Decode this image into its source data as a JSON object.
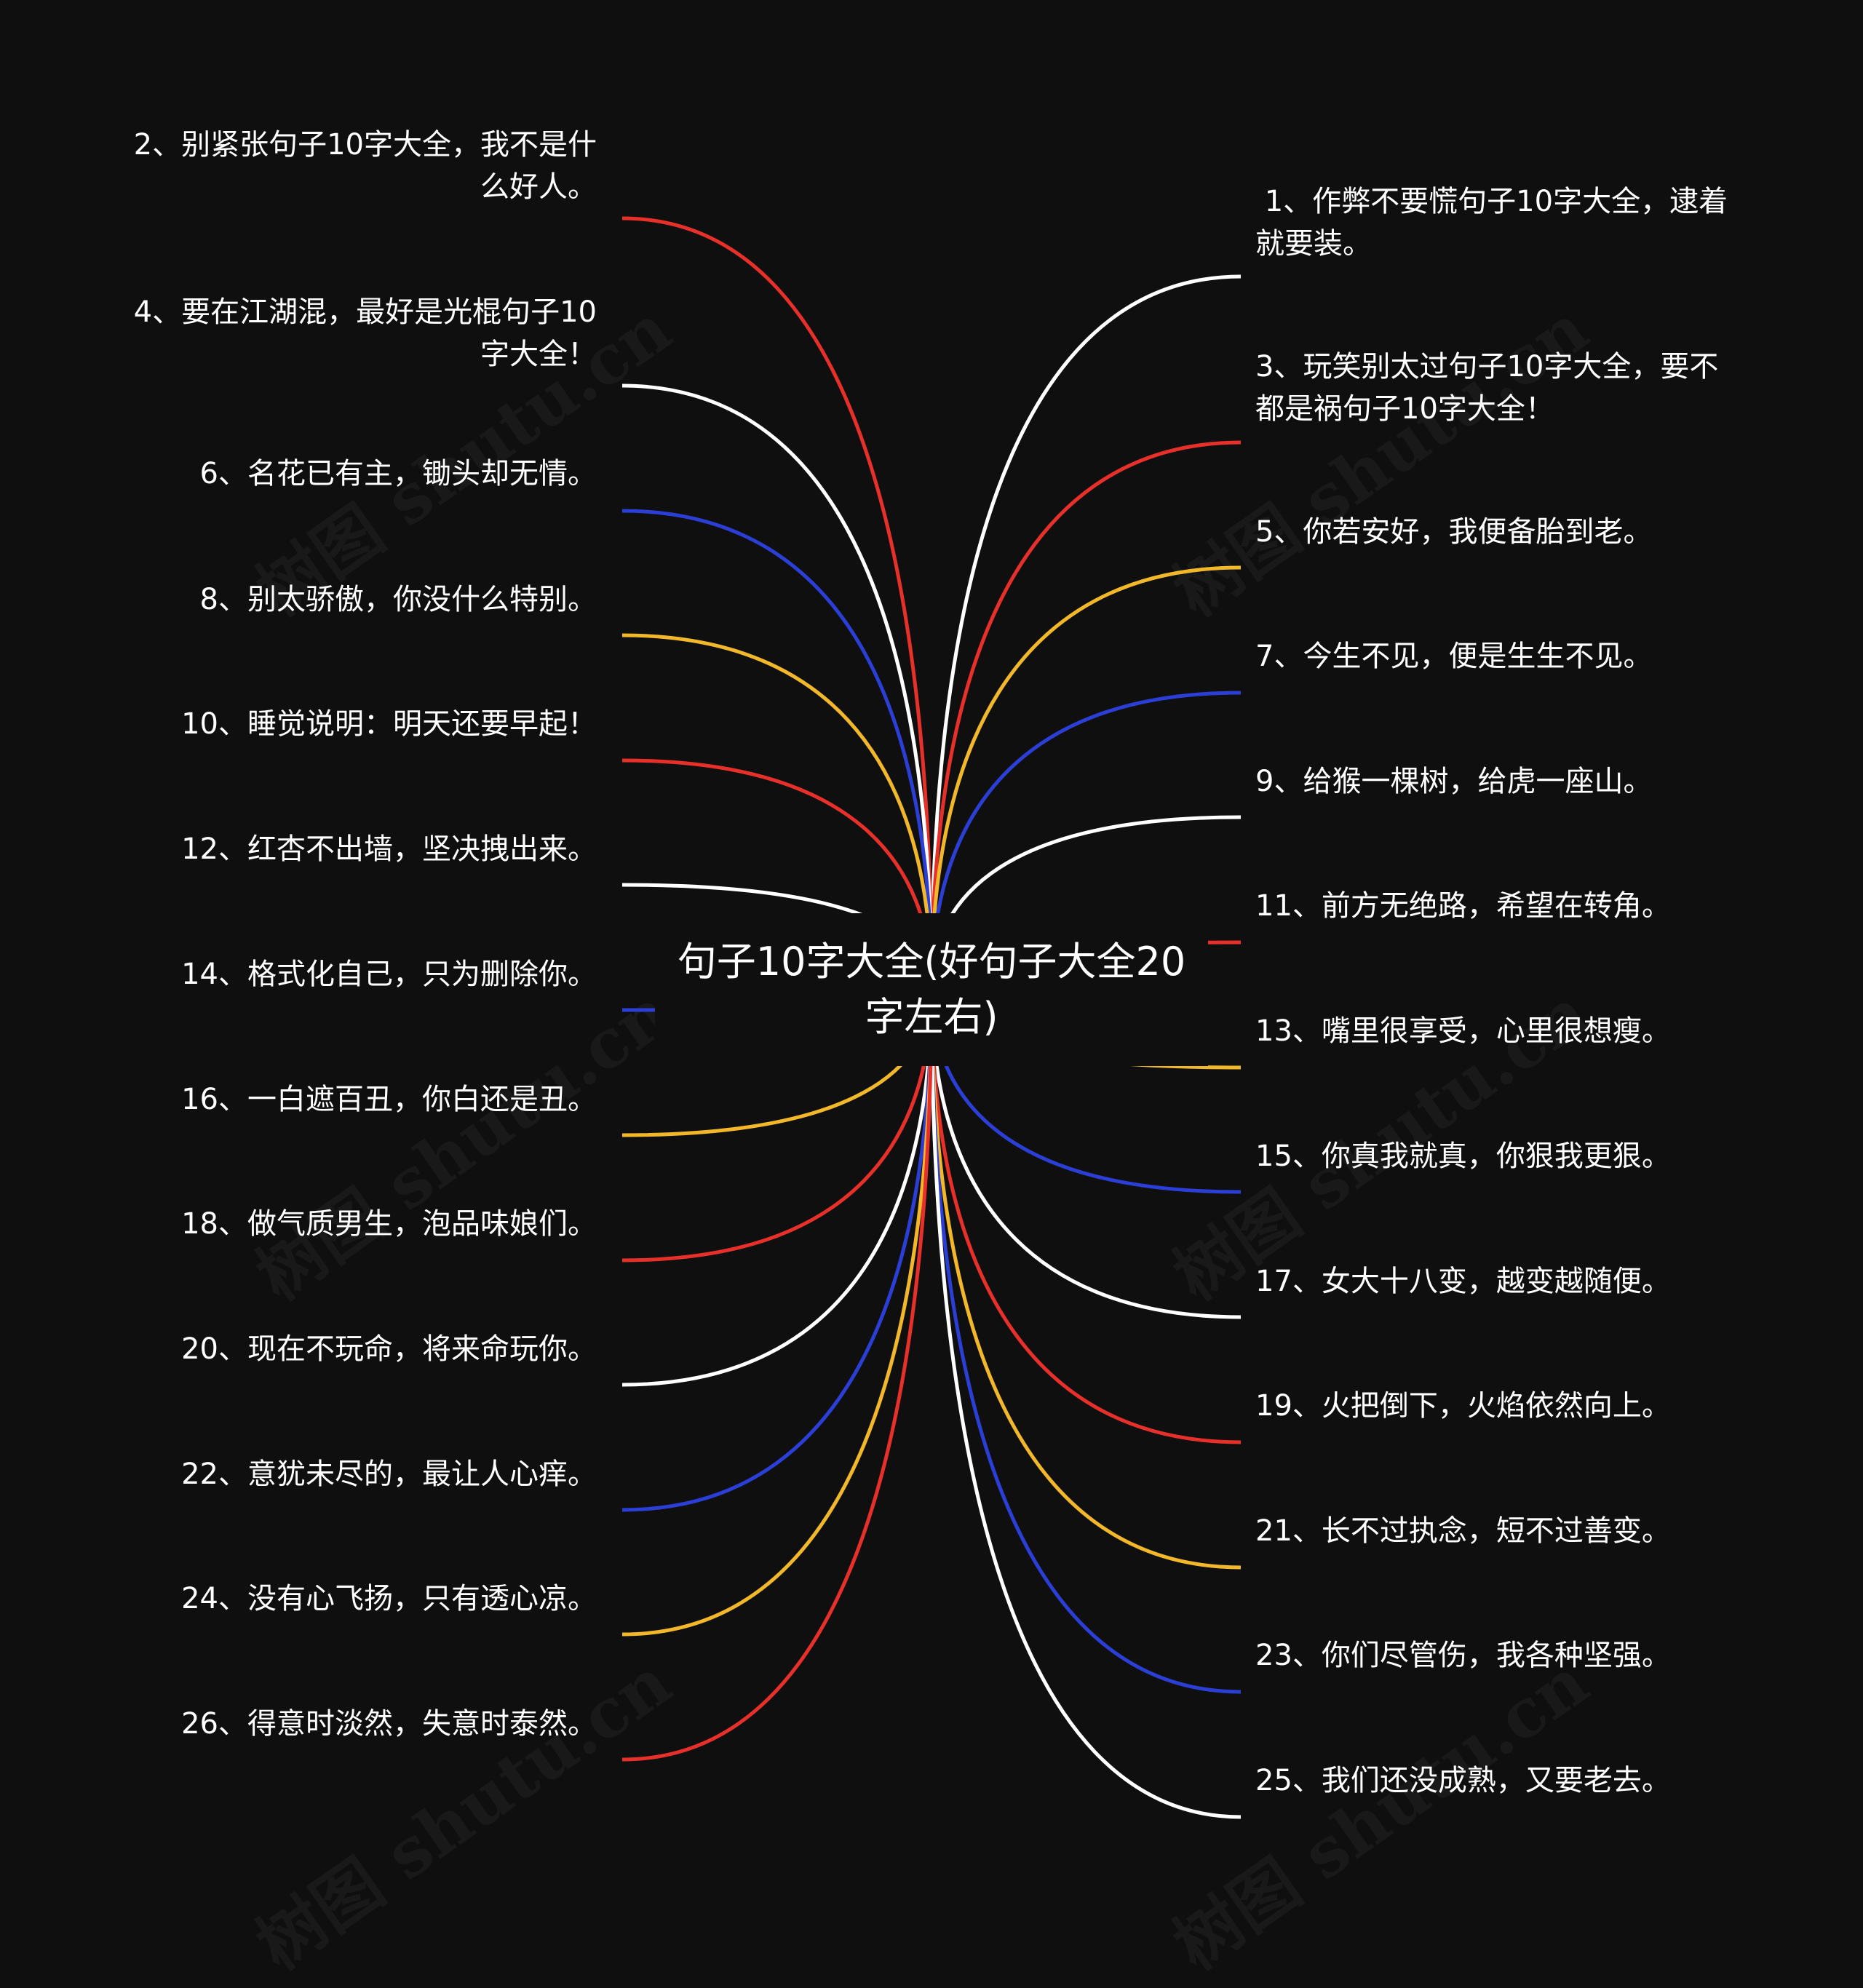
{
  "topic": "句子10字大全(好句子大全20字左右)",
  "watermark": "树图 shutu.cn",
  "colors": {
    "red": "#e8302a",
    "white": "#ffffff",
    "blue": "#2b3fd6",
    "yellow": "#f2b82a",
    "background": "#0f0f0f"
  },
  "branches": [
    {
      "text": " 1、作弊不要慌句子10字大全，逮着就要装。",
      "side": "right",
      "color": "white"
    },
    {
      "text": "2、别紧张句子10字大全，我不是什么好人。",
      "side": "left",
      "color": "red"
    },
    {
      "text": "3、玩笑别太过句子10字大全，要不都是祸句子10字大全！",
      "side": "right",
      "color": "red"
    },
    {
      "text": "4、要在江湖混，最好是光棍句子10字大全！",
      "side": "left",
      "color": "white"
    },
    {
      "text": "5、你若安好，我便备胎到老。",
      "side": "right",
      "color": "yellow"
    },
    {
      "text": "6、名花已有主，锄头却无情。",
      "side": "left",
      "color": "blue"
    },
    {
      "text": "7、今生不见，便是生生不见。",
      "side": "right",
      "color": "blue"
    },
    {
      "text": "8、别太骄傲，你没什么特别。",
      "side": "left",
      "color": "yellow"
    },
    {
      "text": "9、给猴一棵树，给虎一座山。",
      "side": "right",
      "color": "white"
    },
    {
      "text": "10、睡觉说明：明天还要早起！",
      "side": "left",
      "color": "red"
    },
    {
      "text": "11、前方无绝路，希望在转角。",
      "side": "right",
      "color": "red"
    },
    {
      "text": "12、红杏不出墙，坚决拽出来。",
      "side": "left",
      "color": "white"
    },
    {
      "text": "13、嘴里很享受，心里很想瘦。",
      "side": "right",
      "color": "yellow"
    },
    {
      "text": "14、格式化自己，只为删除你。",
      "side": "left",
      "color": "blue"
    },
    {
      "text": "15、你真我就真，你狠我更狠。",
      "side": "right",
      "color": "blue"
    },
    {
      "text": "16、一白遮百丑，你白还是丑。",
      "side": "left",
      "color": "yellow"
    },
    {
      "text": "17、女大十八变，越变越随便。",
      "side": "right",
      "color": "white"
    },
    {
      "text": "18、做气质男生，泡品味娘们。",
      "side": "left",
      "color": "red"
    },
    {
      "text": "19、火把倒下，火焰依然向上。",
      "side": "right",
      "color": "red"
    },
    {
      "text": "20、现在不玩命，将来命玩你。",
      "side": "left",
      "color": "white"
    },
    {
      "text": "21、长不过执念，短不过善变。",
      "side": "right",
      "color": "yellow"
    },
    {
      "text": "22、意犹未尽的，最让人心痒。",
      "side": "left",
      "color": "blue"
    },
    {
      "text": "23、你们尽管伤，我各种坚强。",
      "side": "right",
      "color": "blue"
    },
    {
      "text": "24、没有心飞扬，只有透心凉。",
      "side": "left",
      "color": "yellow"
    },
    {
      "text": "25、我们还没成熟，又要老去。",
      "side": "right",
      "color": "white"
    },
    {
      "text": "26、得意时淡然，失意时泰然。",
      "side": "left",
      "color": "red"
    }
  ]
}
